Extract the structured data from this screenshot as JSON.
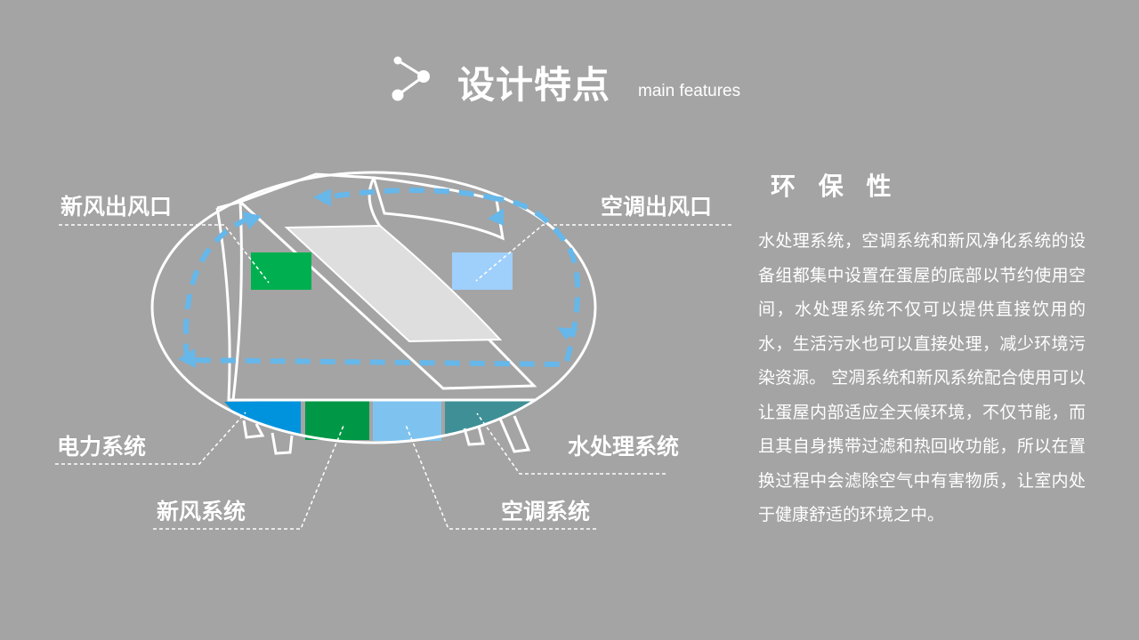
{
  "header": {
    "title": "设计特点",
    "subtitle": "main features",
    "icon": "share-node-icon"
  },
  "diagram": {
    "labels": {
      "fresh_air_outlet": "新风出风口",
      "ac_outlet": "空调出风口",
      "power_system": "电力系统",
      "fresh_air_system": "新风系统",
      "ac_system": "空调系统",
      "water_system": "水处理系统"
    },
    "colors": {
      "power": "#0093dd",
      "fresh_air": "#009846",
      "ac": "#7ec3ef",
      "water": "#3e9096",
      "fresh_air_outlet": "#00b050",
      "ac_outlet": "#9fcffb",
      "flow_arrow": "#66b7ea",
      "outline": "#ffffff"
    }
  },
  "side": {
    "title": "环 保 性",
    "body": "水处理系统，空调系统和新风净化系统的设备组都集中设置在蛋屋的底部以节约使用空间，水处理系统不仅可以提供直接饮用的水，生活污水也可以直接处理，减少环境污染资源。 空凋系统和新风系统配合使用可以让蛋屋内部适应全天候环境，不仅节能，而且其自身携带过滤和热回收功能，所以在置换过程中会滤除空气中有害物质，让室内处于健康舒适的环境之中。"
  }
}
